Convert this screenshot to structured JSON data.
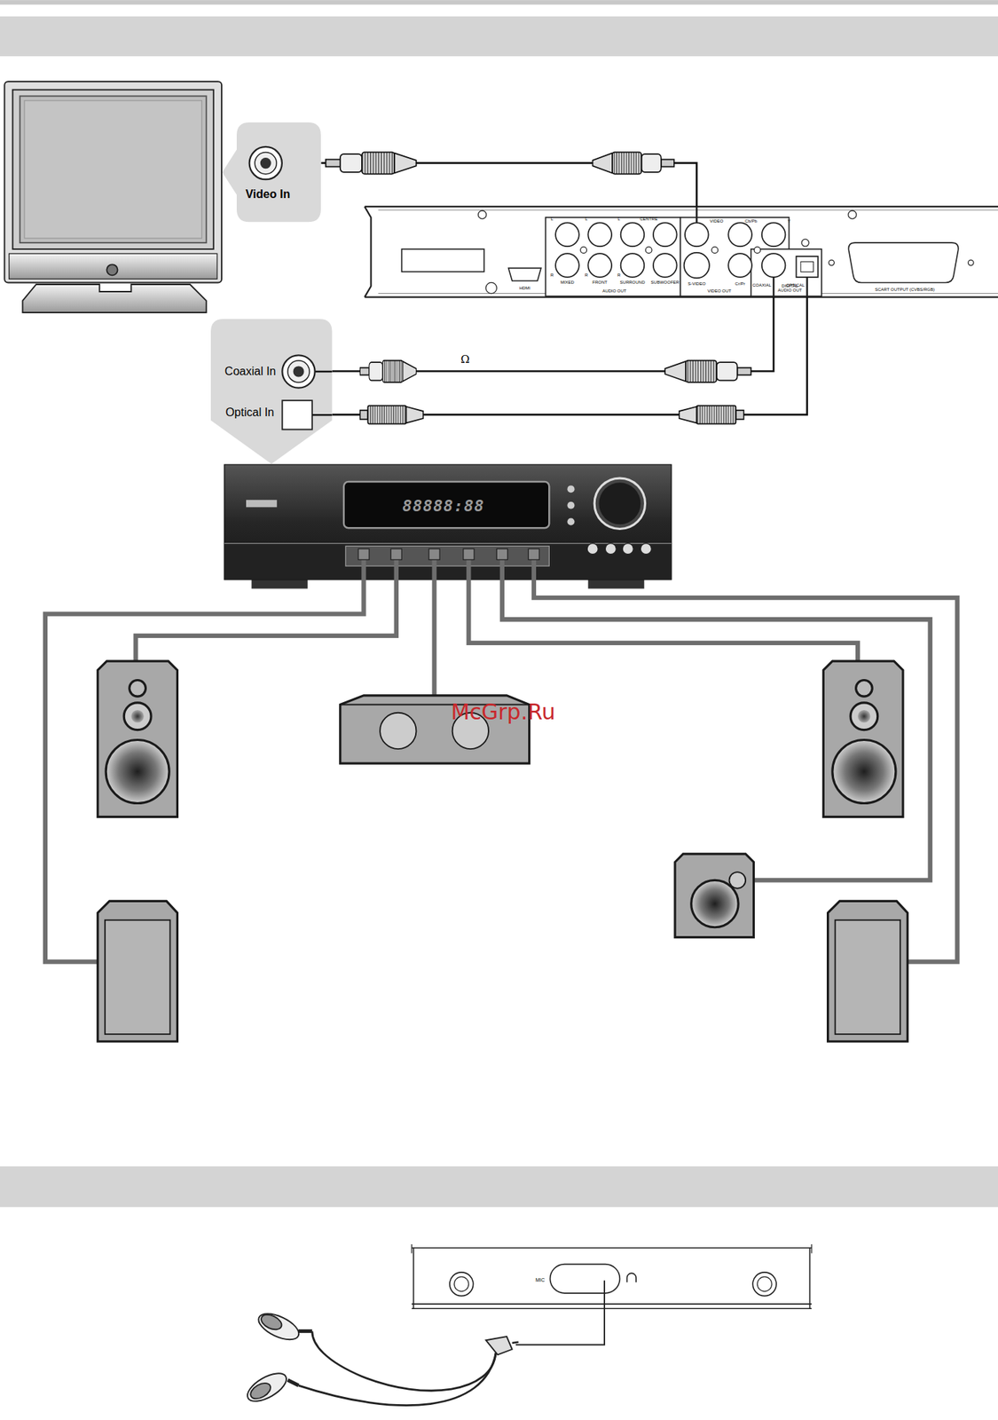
{
  "diagram": {
    "nodes": [
      {
        "text": [
          "Video In"
        ]
      },
      {
        "text": [
          "L",
          "L",
          "L",
          "CENTRE",
          "VIDEO",
          "Cb/Pb",
          "Y",
          "R",
          "R",
          "R",
          "HDMI",
          "MIXED",
          "FRONT",
          "SURROUND",
          "SUBWOOFER",
          "AUDIO OUT",
          "S-VIDEO",
          "Cr/Pr",
          "VIDEO OUT",
          "COAXIAL",
          "OPTICAL",
          "DIGITAL AUDIO OUT",
          "SCART OUTPUT (CVBS/RGB)"
        ]
      },
      {
        "text": [
          "Coaxial In",
          "Optical In"
        ]
      }
    ],
    "edges": [
      {
        "from": 0,
        "to": 1,
        "arrow": "none"
      },
      {
        "from": 2,
        "to": 1,
        "label": "Ω",
        "arrow": "none"
      },
      {
        "from": 2,
        "to": 1,
        "arrow": "none"
      }
    ],
    "labels": [
      "88888:88",
      "McGrp.Ru",
      "MIC"
    ]
  }
}
